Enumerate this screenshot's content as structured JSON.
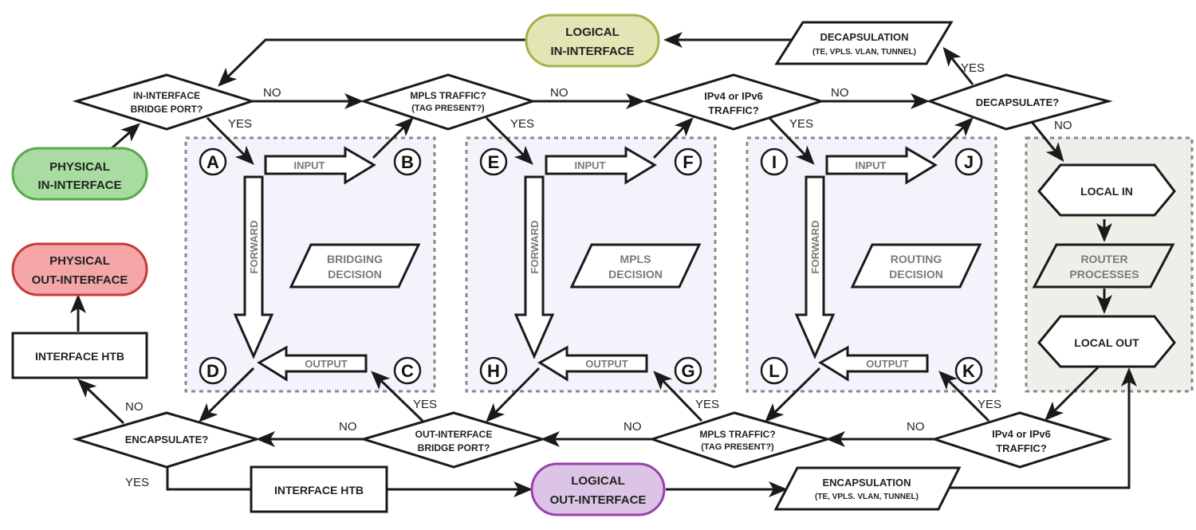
{
  "colors": {
    "physical_in_fill": "#a8dca0",
    "physical_in_stroke": "#5aa84e",
    "physical_out_fill": "#f4a7a6",
    "physical_out_stroke": "#c83a38",
    "logical_in_fill": "#e2e6b5",
    "logical_in_stroke": "#a8b04a",
    "logical_out_fill": "#dcc4e6",
    "logical_out_stroke": "#9a3fb0",
    "decision_zone_fill": "#f3f3fc",
    "local_zone_fill": "#efefea"
  },
  "terminals": {
    "physical_in": [
      "PHYSICAL",
      "IN-INTERFACE"
    ],
    "physical_out": [
      "PHYSICAL",
      "OUT-INTERFACE"
    ],
    "logical_in": [
      "LOGICAL",
      "IN-INTERFACE"
    ],
    "logical_out": [
      "LOGICAL",
      "OUT-INTERFACE"
    ]
  },
  "decisions": {
    "in_bridge": [
      "IN-INTERFACE",
      "BRIDGE PORT?"
    ],
    "in_mpls": [
      "MPLS TRAFFIC?",
      "(TAG PRESENT?)"
    ],
    "in_ip": [
      "IPv4 or IPv6",
      "TRAFFIC?"
    ],
    "decapsulate": [
      "DECAPSULATE?"
    ],
    "out_ip": [
      "IPv4 or IPv6",
      "TRAFFIC?"
    ],
    "out_mpls": [
      "MPLS TRAFFIC?",
      "(TAG PRESENT?)"
    ],
    "out_bridge": [
      "OUT-INTERFACE",
      "BRIDGE PORT?"
    ],
    "encapsulate": [
      "ENCAPSULATE?"
    ]
  },
  "io": {
    "decapsulation": [
      "DECAPSULATION",
      "(TE, VPLS. VLAN, TUNNEL)"
    ],
    "encapsulation": [
      "ENCAPSULATION",
      "(TE, VPLS. VLAN, TUNNEL)"
    ]
  },
  "boxes": {
    "htb_left": "INTERFACE HTB",
    "htb_bottom": "INTERFACE HTB"
  },
  "zones": [
    {
      "decision": [
        "BRIDGING",
        "DECISION"
      ],
      "points": [
        "A",
        "B",
        "C",
        "D"
      ]
    },
    {
      "decision": [
        "MPLS",
        "DECISION"
      ],
      "points": [
        "E",
        "F",
        "G",
        "H"
      ]
    },
    {
      "decision": [
        "ROUTING",
        "DECISION"
      ],
      "points": [
        "I",
        "J",
        "K",
        "L"
      ]
    }
  ],
  "flow_arrows": {
    "input": "INPUT",
    "forward": "FORWARD",
    "output": "OUTPUT"
  },
  "local": {
    "local_in": "LOCAL IN",
    "router_processes": [
      "ROUTER",
      "PROCESSES"
    ],
    "local_out": "LOCAL OUT"
  },
  "edge_labels": {
    "yes": "YES",
    "no": "NO"
  }
}
